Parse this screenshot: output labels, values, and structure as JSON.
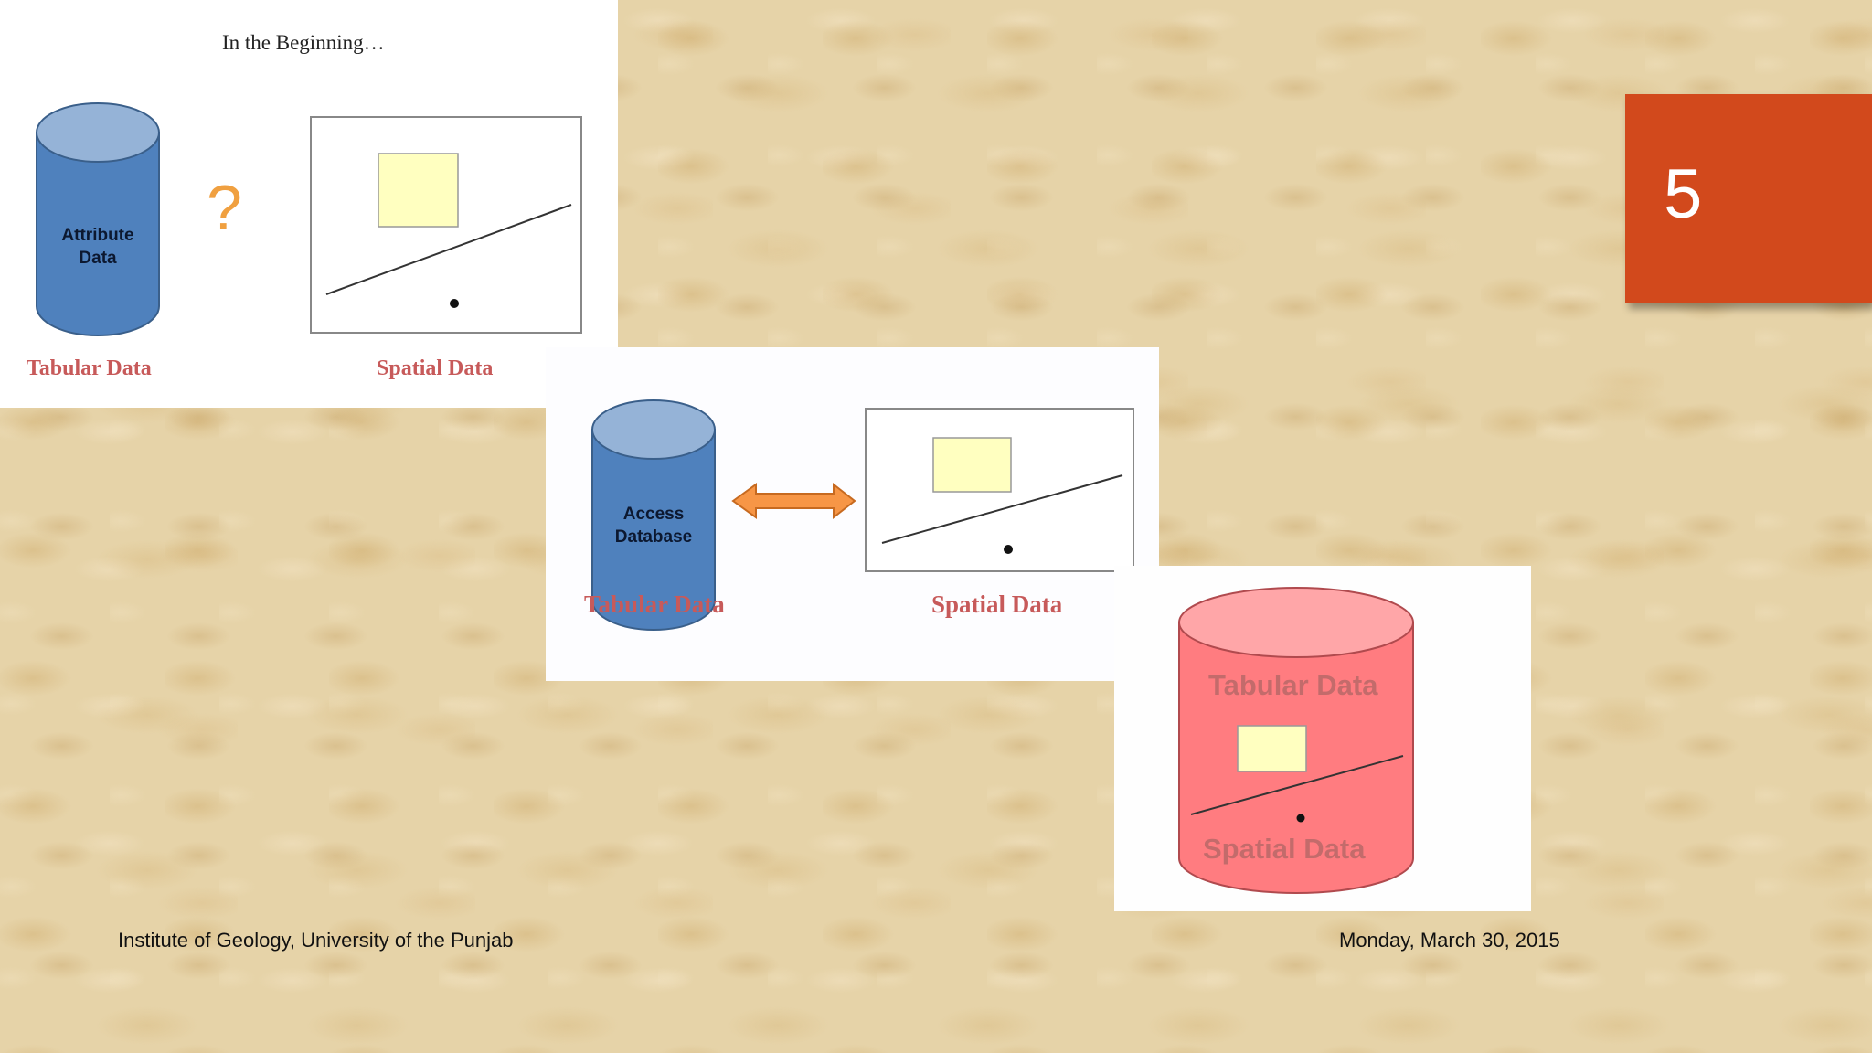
{
  "panel1": {
    "title": "In the Beginning…",
    "cylinder_label_line1": "Attribute",
    "cylinder_label_line2": "Data",
    "question_mark": "?",
    "left_caption": "Tabular Data",
    "right_caption": "Spatial Data"
  },
  "panel2": {
    "cylinder_label_line1": "Access",
    "cylinder_label_line2": "Database",
    "left_caption": "Tabular Data",
    "right_caption": "Spatial Data"
  },
  "panel3": {
    "top_text": "Tabular Data",
    "bottom_text": "Spatial Data"
  },
  "slide_number": "5",
  "footer": {
    "left": "Institute of Geology, University of the Punjab",
    "right": "Monday, March 30, 2015"
  },
  "colors": {
    "cylinder_blue": "#4f81bd",
    "cylinder_top_blue": "#95b3d7",
    "cylinder_pink": "#ff7c80",
    "cylinder_pink_top": "#ffa6a8",
    "caption_red": "#c75a5a",
    "arrow_orange": "#f79646",
    "badge_orange": "#d2491c",
    "feature_yellow": "#ffffc0"
  }
}
